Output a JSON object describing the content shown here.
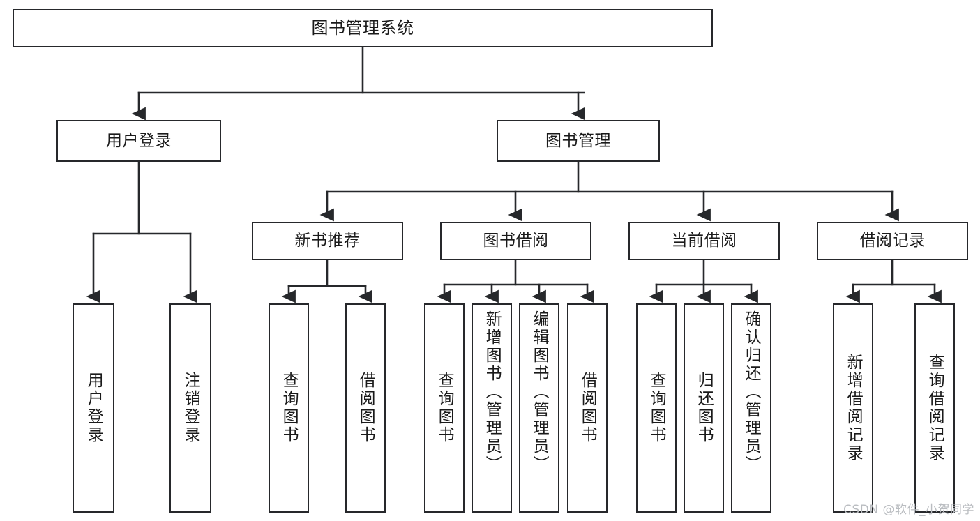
{
  "diagram": {
    "title": "图书管理系统",
    "type": "tree-hierarchy-chart",
    "nodes": {
      "root": {
        "label": "图书管理系统"
      },
      "level2": [
        {
          "id": "user-login",
          "label": "用户登录"
        },
        {
          "id": "book-management",
          "label": "图书管理"
        }
      ],
      "level3": [
        {
          "id": "new-book-recommend",
          "label": "新书推荐"
        },
        {
          "id": "book-borrow",
          "label": "图书借阅"
        },
        {
          "id": "current-borrow",
          "label": "当前借阅"
        },
        {
          "id": "borrow-record",
          "label": "借阅记录"
        }
      ],
      "leaves": {
        "user_login": [
          {
            "id": "leaf-user-login",
            "label": "用户登录"
          },
          {
            "id": "leaf-logout",
            "label": "注销登录"
          }
        ],
        "new_book_recommend": [
          {
            "id": "leaf-query-book-1",
            "label": "查询图书"
          },
          {
            "id": "leaf-borrow-book-1",
            "label": "借阅图书"
          }
        ],
        "book_borrow": [
          {
            "id": "leaf-query-book-2",
            "label": "查询图书"
          },
          {
            "id": "leaf-add-book",
            "label": "新增图书（管理员）"
          },
          {
            "id": "leaf-edit-book",
            "label": "编辑图书（管理员）"
          },
          {
            "id": "leaf-borrow-book-2",
            "label": "借阅图书"
          }
        ],
        "current_borrow": [
          {
            "id": "leaf-query-book-3",
            "label": "查询图书"
          },
          {
            "id": "leaf-return-book",
            "label": "归还图书"
          },
          {
            "id": "leaf-confirm-return",
            "label": "确认归还（管理员）"
          }
        ],
        "borrow_record": [
          {
            "id": "leaf-add-record",
            "label": "新增借阅记录"
          },
          {
            "id": "leaf-query-record",
            "label": "查询借阅记录"
          }
        ]
      }
    },
    "colors": {
      "border": "#26282b",
      "background": "#ffffff",
      "text": "#1a1a1a",
      "edge": "#26282b",
      "watermark": "#b9bcc0"
    }
  },
  "watermark": {
    "text": "CSDN @软件_小贺同学"
  }
}
